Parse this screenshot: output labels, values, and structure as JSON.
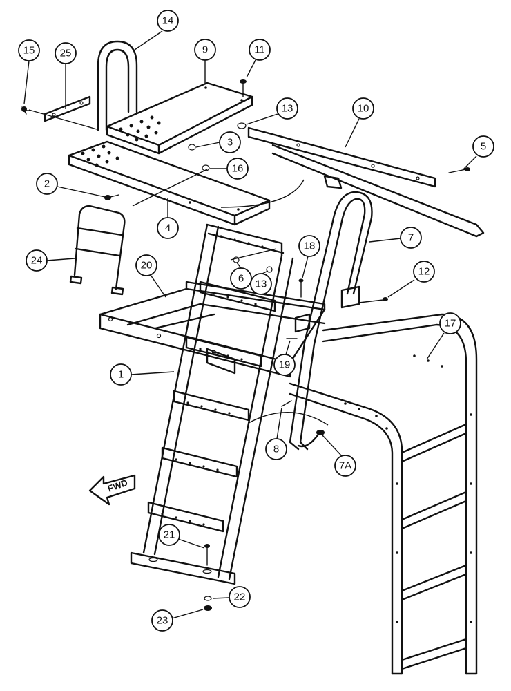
{
  "callouts": [
    {
      "id": "c1",
      "label": "1"
    },
    {
      "id": "c2",
      "label": "2"
    },
    {
      "id": "c3",
      "label": "3"
    },
    {
      "id": "c4",
      "label": "4"
    },
    {
      "id": "c5",
      "label": "5"
    },
    {
      "id": "c6",
      "label": "6"
    },
    {
      "id": "c7",
      "label": "7"
    },
    {
      "id": "c7a",
      "label": "7A"
    },
    {
      "id": "c8",
      "label": "8"
    },
    {
      "id": "c9",
      "label": "9"
    },
    {
      "id": "c10",
      "label": "10"
    },
    {
      "id": "c11",
      "label": "11"
    },
    {
      "id": "c12",
      "label": "12"
    },
    {
      "id": "c13a",
      "label": "13"
    },
    {
      "id": "c13b",
      "label": "13"
    },
    {
      "id": "c14",
      "label": "14"
    },
    {
      "id": "c15",
      "label": "15"
    },
    {
      "id": "c16",
      "label": "16"
    },
    {
      "id": "c17",
      "label": "17"
    },
    {
      "id": "c18",
      "label": "18"
    },
    {
      "id": "c19",
      "label": "19"
    },
    {
      "id": "c20",
      "label": "20"
    },
    {
      "id": "c21",
      "label": "21"
    },
    {
      "id": "c22",
      "label": "22"
    },
    {
      "id": "c23",
      "label": "23"
    },
    {
      "id": "c24",
      "label": "24"
    },
    {
      "id": "c25",
      "label": "25"
    }
  ],
  "direction_arrow": {
    "label": "FWD"
  }
}
